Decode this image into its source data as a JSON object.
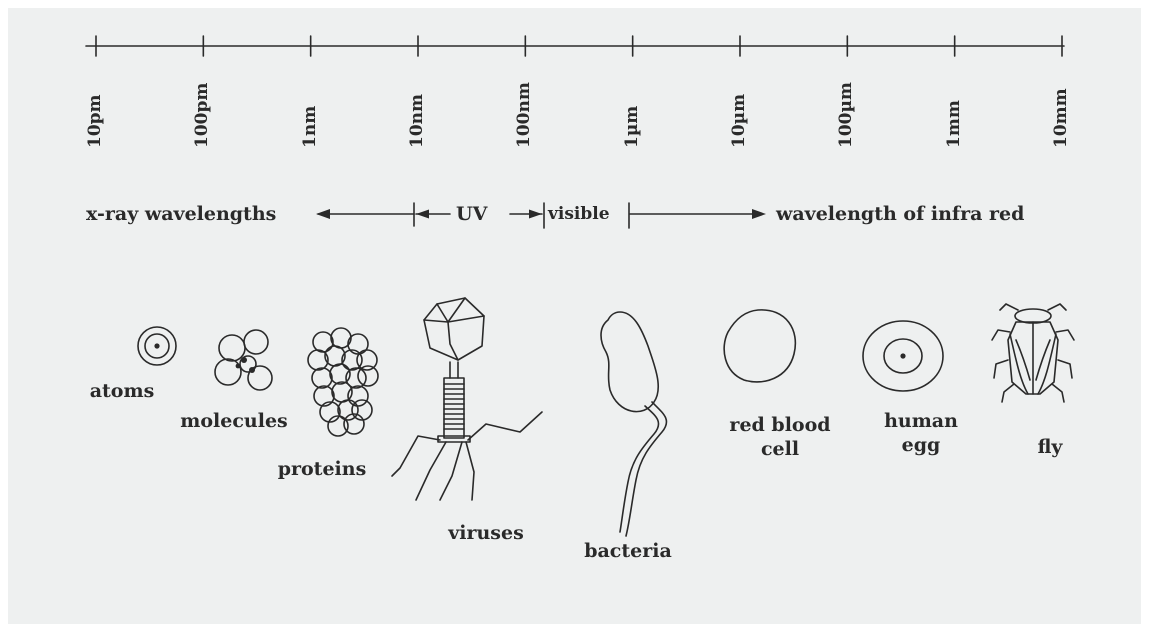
{
  "scale": {
    "ticks": [
      "10pm",
      "100pm",
      "1nm",
      "10nm",
      "100nm",
      "1µm",
      "10µm",
      "100µm",
      "1mm",
      "10mm"
    ]
  },
  "bands": {
    "xray": "x-ray wavelengths",
    "uv": "UV",
    "visible": "visible",
    "infrared": "wavelength of infra red"
  },
  "organisms": {
    "atoms": "atoms",
    "molecules": "molecules",
    "proteins": "proteins",
    "viruses": "viruses",
    "bacteria": "bacteria",
    "red_blood_cell": [
      "red blood",
      "cell"
    ],
    "human_egg": [
      "human",
      "egg"
    ],
    "fly": "fly"
  }
}
